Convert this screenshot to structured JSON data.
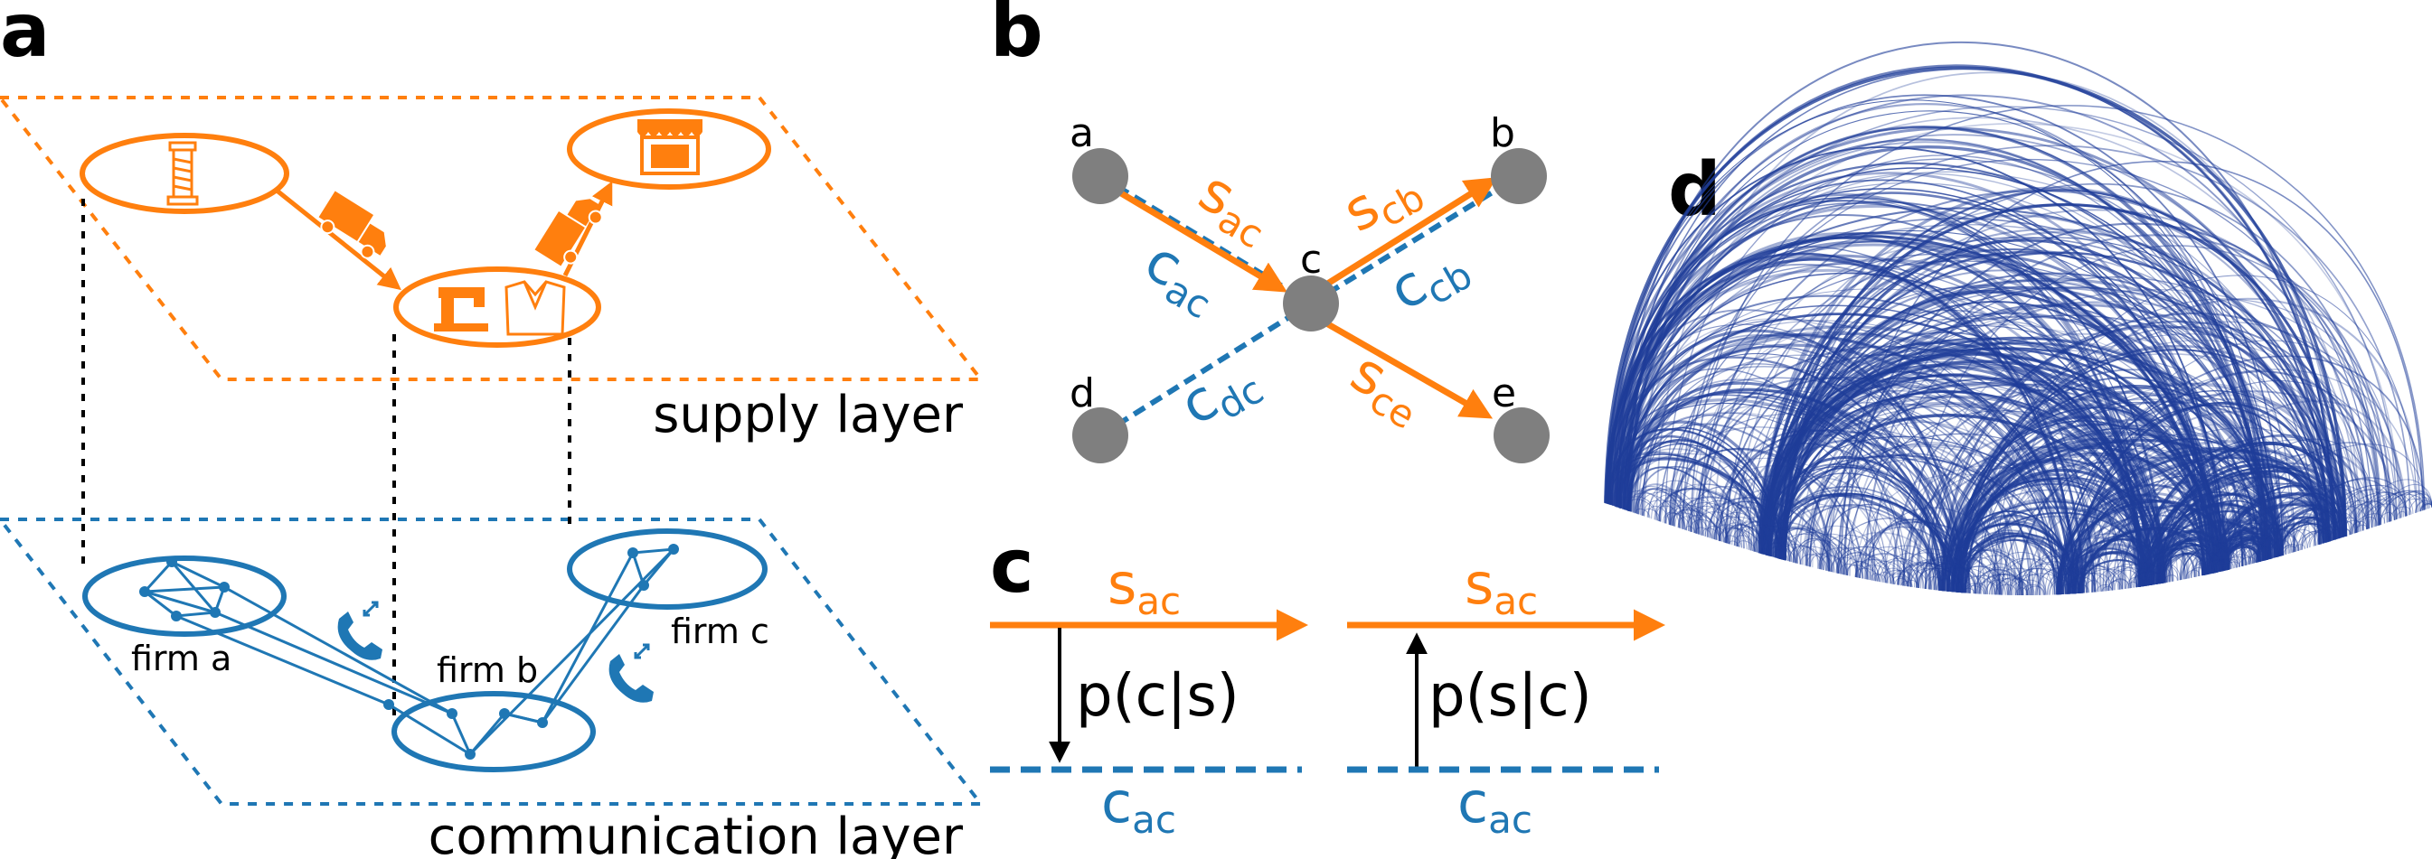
{
  "colors": {
    "supply": "#ff7f0e",
    "communication": "#1f77b4",
    "node": "#7f7f7f",
    "arc": "#1f3d99"
  },
  "panels": {
    "a": "a",
    "b": "b",
    "c": "c",
    "d": "d"
  },
  "panel_a": {
    "supply_layer_label": "supply layer",
    "communication_layer_label": "communication layer",
    "firms": [
      "firm a",
      "firm b",
      "firm c"
    ],
    "supply_icons": [
      "spool-icon",
      "truck-icon",
      "sewing-machine-icon",
      "shirt-icon",
      "shop-icon"
    ],
    "communication_icons": [
      "phone-icon"
    ]
  },
  "panel_b": {
    "nodes": [
      "a",
      "b",
      "c",
      "d",
      "e"
    ],
    "supply_edges": [
      {
        "main": "s",
        "sub": "ac"
      },
      {
        "main": "s",
        "sub": "cb"
      },
      {
        "main": "s",
        "sub": "ce"
      }
    ],
    "communication_edges": [
      {
        "main": "c",
        "sub": "ac"
      },
      {
        "main": "c",
        "sub": "cb"
      },
      {
        "main": "c",
        "sub": "dc"
      }
    ]
  },
  "panel_c": {
    "left": {
      "top": {
        "main": "s",
        "sub": "ac"
      },
      "bottom": {
        "main": "c",
        "sub": "ac"
      },
      "prob": "p(c|s)"
    },
    "right": {
      "top": {
        "main": "s",
        "sub": "ac"
      },
      "bottom": {
        "main": "c",
        "sub": "ac"
      },
      "prob": "p(s|c)"
    }
  }
}
